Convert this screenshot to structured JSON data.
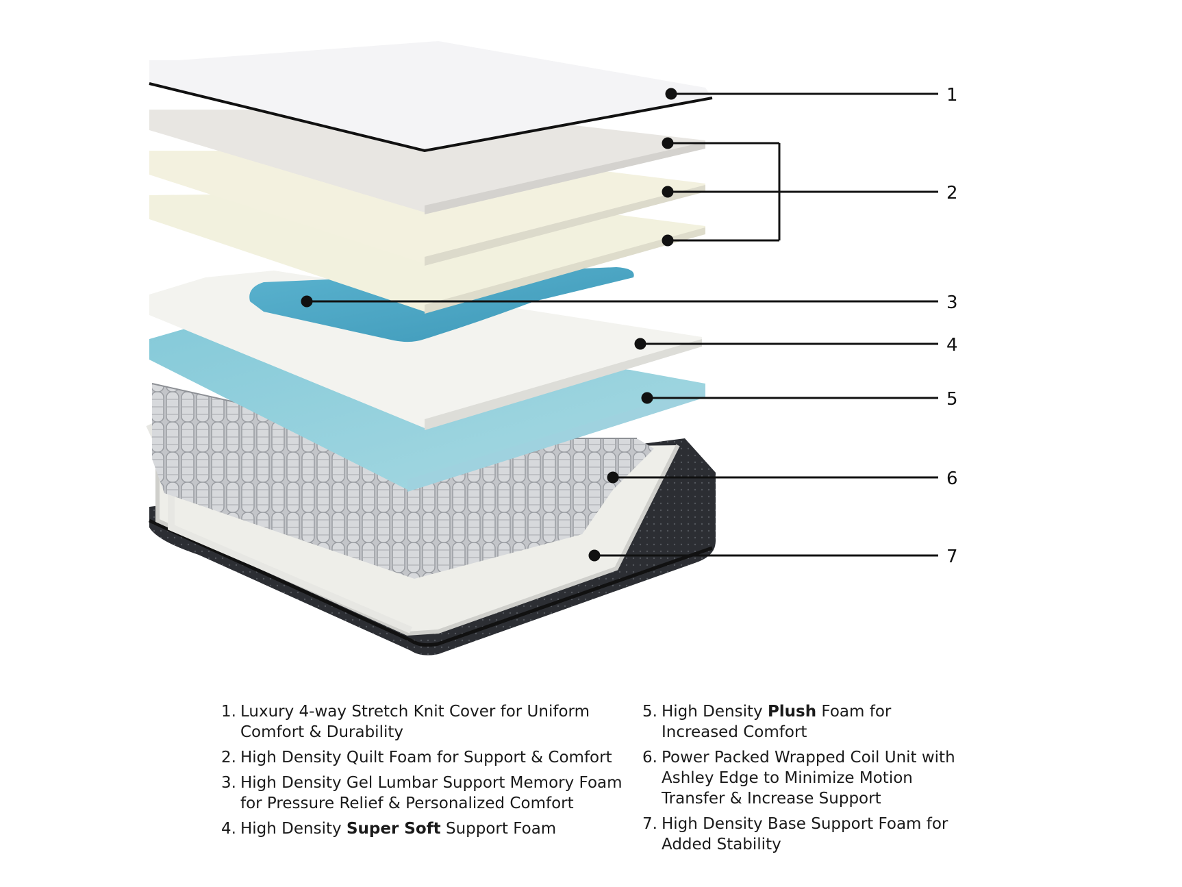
{
  "callouts": [
    "1",
    "2",
    "3",
    "4",
    "5",
    "6",
    "7"
  ],
  "legend": [
    {
      "num": "1.",
      "before": "Luxury 4-way Stretch Knit Cover for Uniform Comfort & Durability",
      "bold": "",
      "after": ""
    },
    {
      "num": "2.",
      "before": "High Density Quilt Foam for Support & Comfort",
      "bold": "",
      "after": ""
    },
    {
      "num": "3.",
      "before": "High Density Gel Lumbar Support Memory Foam for Pressure Relief & Personalized Comfort",
      "bold": "",
      "after": ""
    },
    {
      "num": "4.",
      "before": "High Density ",
      "bold": "Super Soft",
      "after": " Support Foam"
    },
    {
      "num": "5.",
      "before": "High Density ",
      "bold": "Plush",
      "after": " Foam for Increased Comfort"
    },
    {
      "num": "6.",
      "before": "Power Packed Wrapped Coil Unit with Ashley Edge to Minimize Motion Transfer & Increase Support",
      "bold": "",
      "after": ""
    },
    {
      "num": "7.",
      "before": "High Density Base Support Foam for Added Stability",
      "bold": "",
      "after": ""
    }
  ],
  "colors": {
    "cover": "#f4f4f6",
    "quilt_foam": "#e9e7e2",
    "memory_foam": "#f2f0dc",
    "gel_lumbar": "#4aa8c6",
    "support_foam": "#f1f1ee",
    "plush_foam": "#7fc6d6",
    "coils": "#b9bbbf",
    "base_foam": "#efefea",
    "border_fabric": "#2b2d31"
  }
}
